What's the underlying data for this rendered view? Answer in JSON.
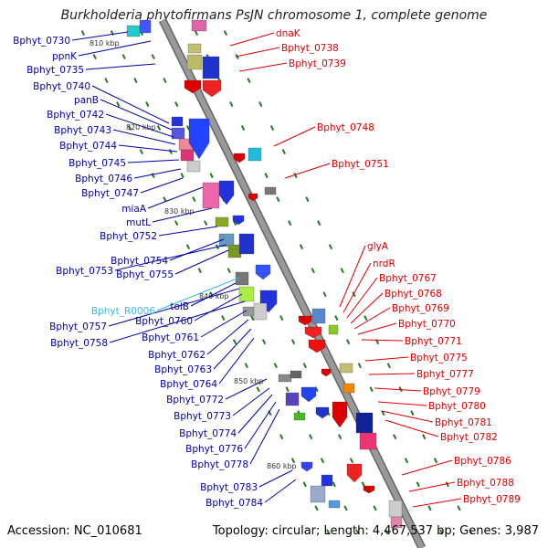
{
  "title": "Burkholderia phytofirmans PsJN chromosome 1, complete genome",
  "footer": {
    "accession": "Accession: NC_010681",
    "summary": "Topology: circular; Length: 4,467,537 bp; Genes: 3,987"
  },
  "colors": {
    "left_label": "#0000aa",
    "right_label": "#dd0000",
    "rna_label": "#33bbee",
    "backbone": "#999999",
    "backbone_edge": "#666666",
    "tick": "#227722"
  },
  "kbp_ticks": [
    "810 kbp",
    "820 kbp",
    "830 kbp",
    "840 kbp",
    "850 kbp",
    "860 kbp"
  ],
  "left_labels": [
    "Bphyt_0730",
    "ppnK",
    "Bphyt_0735",
    "Bphyt_0740",
    "panB",
    "Bphyt_0742",
    "Bphyt_0743",
    "Bphyt_0744",
    "Bphyt_0745",
    "Bphyt_0746",
    "Bphyt_0747",
    "miaA",
    "mutL",
    "Bphyt_0752",
    "Bphyt_0754",
    "Bphyt_0753",
    "Bphyt_0755",
    "Bphyt_R0006",
    "tolB",
    "Bphyt_0757",
    "Bphyt_0760",
    "Bphyt_0758",
    "Bphyt_0761",
    "Bphyt_0762",
    "Bphyt_0763",
    "Bphyt_0764",
    "Bphyt_0772",
    "Bphyt_0773",
    "Bphyt_0774",
    "Bphyt_0776",
    "Bphyt_0778",
    "Bphyt_0783",
    "Bphyt_0784"
  ],
  "right_labels": [
    "dnaK",
    "Bphyt_0738",
    "Bphyt_0739",
    "Bphyt_0748",
    "Bphyt_0751",
    "glyA",
    "nrdR",
    "Bphyt_0767",
    "Bphyt_0768",
    "Bphyt_0769",
    "Bphyt_0770",
    "Bphyt_0771",
    "Bphyt_0775",
    "Bphyt_0777",
    "Bphyt_0779",
    "Bphyt_0780",
    "Bphyt_0781",
    "Bphyt_0782",
    "Bphyt_0786",
    "Bphyt_0788",
    "Bphyt_0789"
  ]
}
